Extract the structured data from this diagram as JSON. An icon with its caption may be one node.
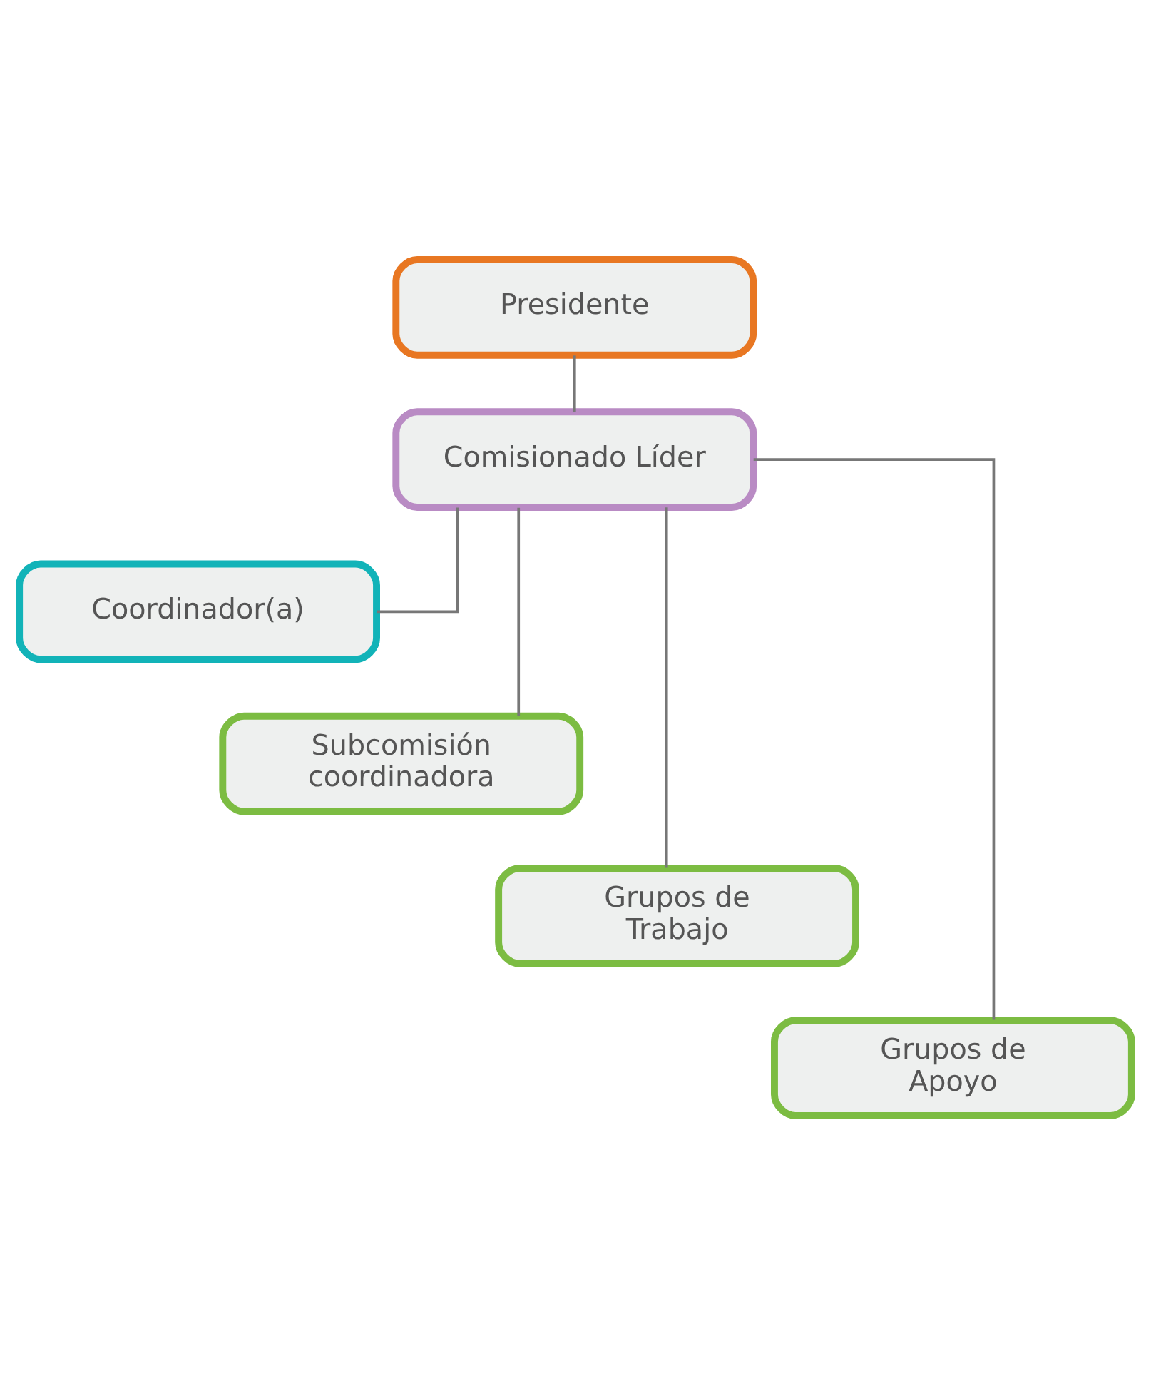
{
  "diagram": {
    "nodes": [
      {
        "text": [
          "Presidente"
        ]
      },
      {
        "text": [
          "Comisionado Líder"
        ]
      },
      {
        "text": [
          "Coordinador(a)"
        ]
      },
      {
        "text": [
          "Subcomisión coordinadora"
        ]
      },
      {
        "text": [
          "Grupos de Trabajo"
        ]
      },
      {
        "text": [
          "Grupos de Apoyo"
        ]
      }
    ],
    "edges": [
      {
        "from": 0,
        "to": 1,
        "arrow": "none"
      },
      {
        "from": 1,
        "to": 2,
        "arrow": "none"
      },
      {
        "from": 1,
        "to": 3,
        "arrow": "none"
      },
      {
        "from": 1,
        "to": 4,
        "arrow": "none"
      },
      {
        "from": 1,
        "to": 5,
        "arrow": "none"
      }
    ]
  }
}
